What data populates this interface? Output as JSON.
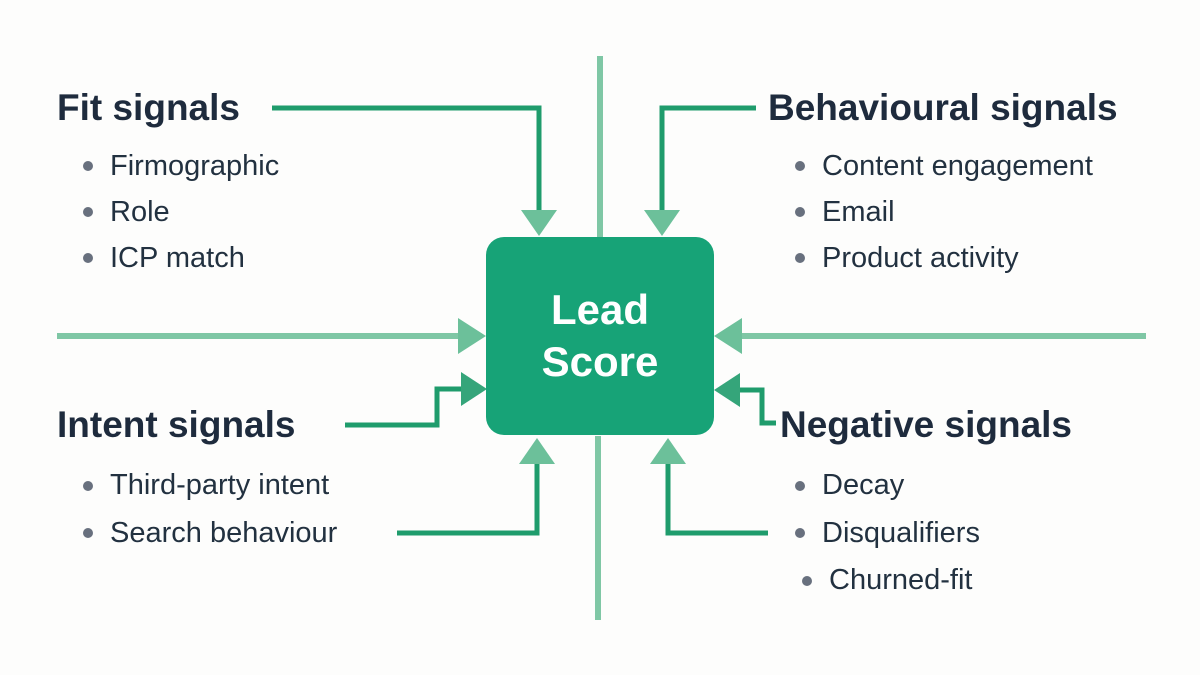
{
  "center": {
    "label": "Lead Score"
  },
  "sections": {
    "fit": {
      "title": "Fit signals",
      "items": [
        "Firmographic",
        "Role",
        "ICP match"
      ]
    },
    "behavioural": {
      "title": "Behavioural signals",
      "items": [
        "Content engagement",
        "Email",
        "Product activity"
      ]
    },
    "intent": {
      "title": "Intent signals",
      "items": [
        "Third-party intent",
        "Search behaviour"
      ]
    },
    "negative": {
      "title": "Negative signals",
      "items": [
        "Decay",
        "Disqualifiers",
        "Churned-fit"
      ]
    }
  },
  "colors": {
    "background": "#fdfdfc",
    "box_fill": "#17a377",
    "box_text": "#ffffff",
    "line_dark": "#1f9c6c",
    "line_light": "#7fc7a5",
    "arrow_light": "#6cc09a",
    "arrow_mid": "#35a57a",
    "heading_text": "#1e2b3d",
    "item_text": "#223140",
    "bullet_dot": "#68707e"
  }
}
